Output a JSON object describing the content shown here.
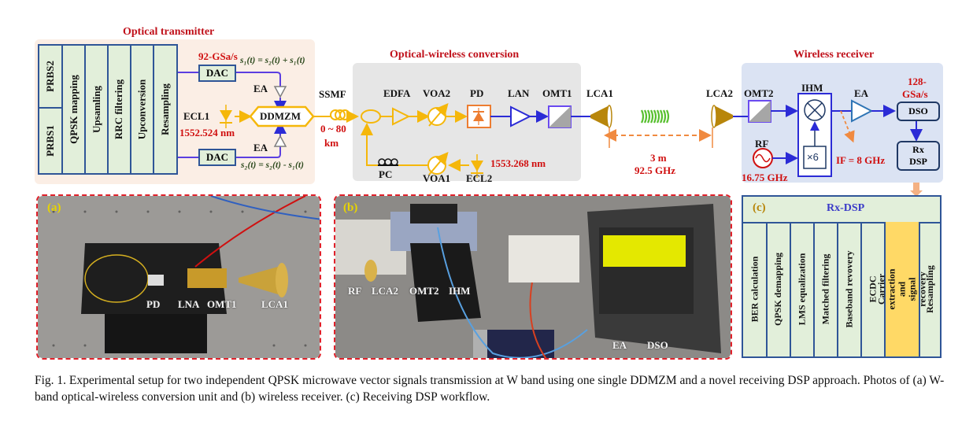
{
  "sections": {
    "transmitter": "Optical transmitter",
    "optical_wireless": "Optical-wireless conversion",
    "receiver": "Wireless receiver"
  },
  "transmitter": {
    "prbs": [
      "PRBS2",
      "PRBS1"
    ],
    "dsp_blocks": [
      "QPSK mapping",
      "Upsamling",
      "RRC filtering",
      "Upconversion",
      "Resampling"
    ],
    "dac_rate": "92-GSa/s",
    "dac_label": "DAC",
    "ea_label": "EA",
    "eq_top": "s₁(t) = s₂(t) + s₁(t)",
    "eq_bottom": "s₂(t) = s₂(t) - s₁(t)",
    "laser": "ECL1",
    "laser_wavelength": "1552.524 nm",
    "modulator": "DDMZM"
  },
  "fiber": {
    "label": "SSMF",
    "length_line1": "0 ~ 80",
    "length_line2": "km"
  },
  "optical_wireless": {
    "edfa": "EDFA",
    "voa2": "VOA2",
    "pd": "PD",
    "lan": "LAN",
    "omt1": "OMT1",
    "lca1": "LCA1",
    "pc": "PC",
    "voa1": "VOA1",
    "ecl2": "ECL2",
    "ecl2_wavelength": "1553.268 nm"
  },
  "link": {
    "distance": "3 m",
    "frequency": "92.5 GHz"
  },
  "receiver": {
    "lca2": "LCA2",
    "omt2": "OMT2",
    "ihm": "IHM",
    "multiplier": "×6",
    "ea": "EA",
    "rf": "RF",
    "rf_freq": "16.75 GHz",
    "if_freq": "IF = 8 GHz",
    "dso_rate_1": "128-",
    "dso_rate_2": "GSa/s",
    "dso": "DSO",
    "rxdsp_1": "Rx",
    "rxdsp_2": "DSP"
  },
  "photo_a": {
    "tag": "(a)",
    "labels": [
      "PD",
      "LNA",
      "OMT1",
      "LCA1"
    ]
  },
  "photo_b": {
    "tag": "(b)",
    "labels": [
      "RF",
      "LCA2",
      "OMT2",
      "IHM",
      "EA",
      "DSO"
    ]
  },
  "rx_dsp": {
    "tag": "(c)",
    "title": "Rx-DSP",
    "steps": [
      "BER calculation",
      "QPSK demapping",
      "LMS equalization",
      "Matched filtering",
      "Baseband revovery",
      "ECDC",
      "Carrier extraction and signal recovery",
      "Resampling"
    ],
    "highlight_color": "#ffd966"
  },
  "caption": "Fig. 1. Experimental setup for two independent QPSK microwave vector signals transmission at W band using one single DDMZM and a novel receiving DSP approach. Photos of (a) W-band optical-wireless conversion unit and (b) wireless receiver. (c) Receiving DSP workflow.",
  "colors": {
    "optical": "#f5b70a",
    "electrical": "#2b2bd6",
    "accent_red": "#d01010",
    "horn": "#b8860b"
  }
}
